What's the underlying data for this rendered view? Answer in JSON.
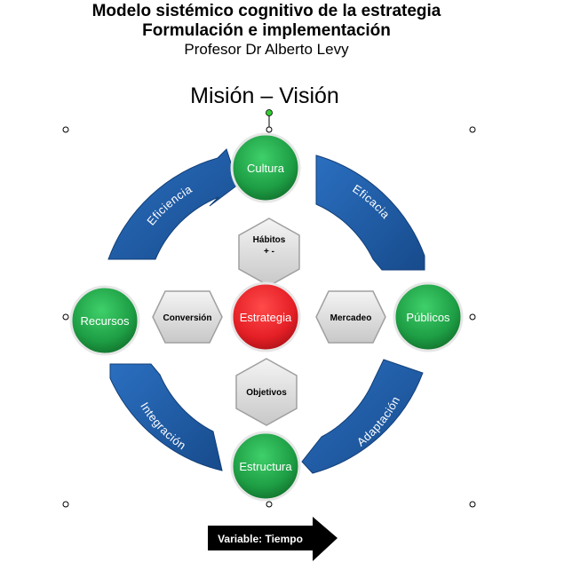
{
  "header": {
    "title": "Modelo sistémico cognitivo de la estrategia",
    "subtitle": "Formulación e implementación",
    "author": "Profesor Dr Alberto Levy"
  },
  "diagram": {
    "top_label": "Misión – Visión",
    "center": "Estrategia",
    "nodes": {
      "top": "Cultura",
      "left": "Recursos",
      "right": "Públicos",
      "bottom": "Estructura"
    },
    "hexagons": {
      "top_line1": "Hábitos",
      "top_line2": "+ -",
      "left": "Conversión",
      "right": "Mercadeo",
      "bottom": "Objetivos"
    },
    "arcs": {
      "top_left": "Eficiencia",
      "top_right": "Eficacia",
      "bottom_left": "Integración",
      "bottom_right": "Adaptación"
    },
    "time_arrow": "Variable: Tiempo"
  },
  "colors": {
    "green": "#1e9e45",
    "red": "#e52026",
    "blue": "#1c5aa3",
    "hex_gray": "#d9d9d9"
  }
}
